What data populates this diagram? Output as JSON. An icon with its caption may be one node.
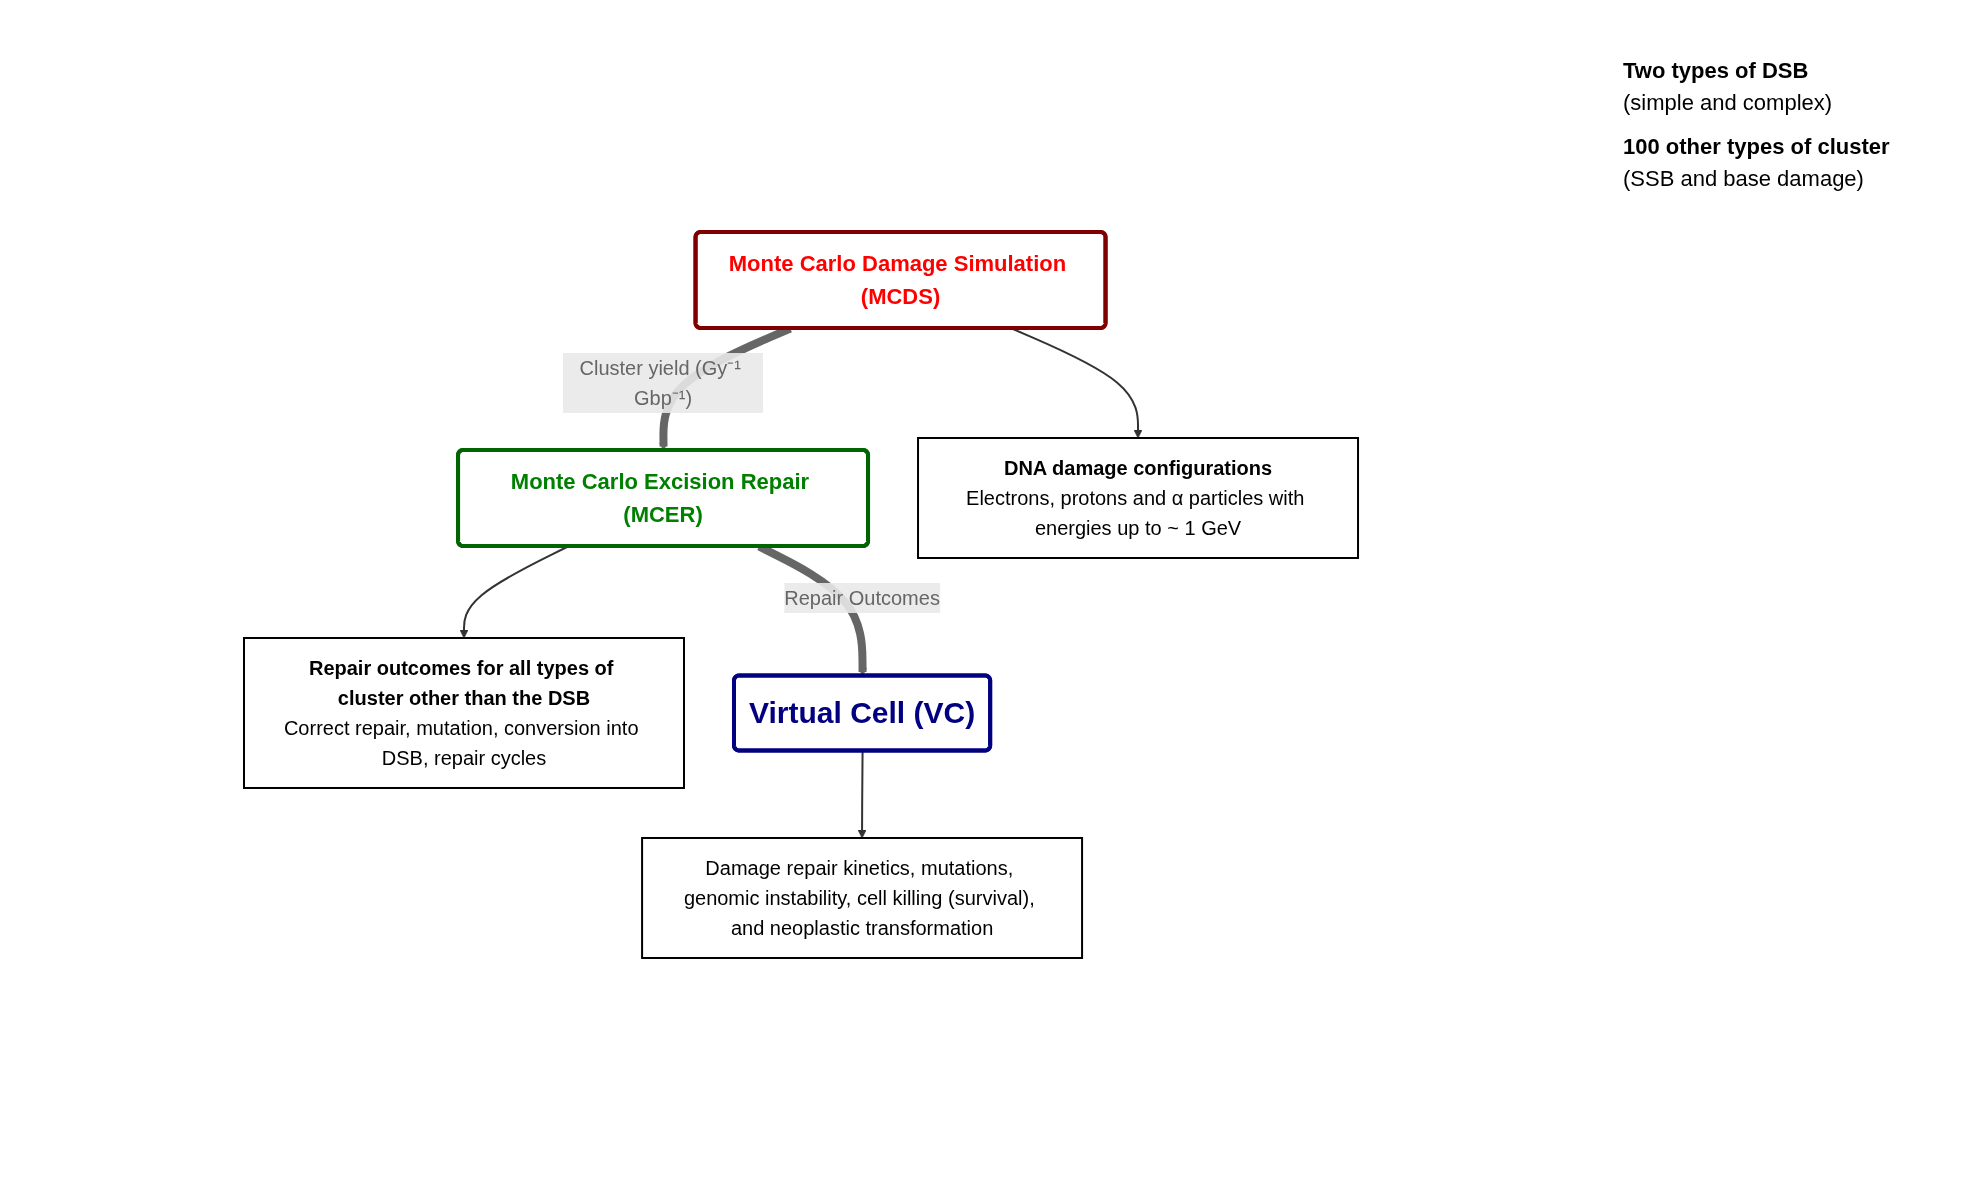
{
  "diagram": {
    "nodes": [
      {
        "text": [
          "Monte Carlo Excision Repair (MCER)"
        ]
      },
      {
        "text": [
          "Repair outcomes for all types of cluster other than the DSB",
          "Correct repair, mutation, conversion into DSB, repair cycles"
        ]
      },
      {
        "text": [
          "Monte Carlo Damage Simulation (MCDS)"
        ]
      },
      {
        "text": [
          "DNA damage configurations",
          "Electrons, protons and α particles with energies up to ~ 1 GeV"
        ]
      },
      {
        "text": [
          "Virtual Cell (VC)"
        ]
      },
      {
        "text": [
          "Damage repair kinetics, mutations, genomic instability, cell killing (survival), and neoplastic transformation"
        ]
      }
    ],
    "edges": [
      {
        "from": 2,
        "to": 0,
        "arrow": "to",
        "label": "Cluster yield (Gy⁻¹ Gbp⁻¹)",
        "style": "thick",
        "color": "#666666"
      },
      {
        "from": 0,
        "to": 4,
        "arrow": "to",
        "label": "Repair Outcomes",
        "style": "thick",
        "color": "#666666"
      },
      {
        "from": 0,
        "to": 1,
        "arrow": "to"
      },
      {
        "from": 2,
        "to": 3,
        "arrow": "to"
      },
      {
        "from": 4,
        "to": 5,
        "arrow": "to"
      }
    ],
    "labels": [
      "Two types of DSB",
      "(simple and complex)",
      "100 other types of cluster",
      "(SSB and base damage)"
    ]
  }
}
